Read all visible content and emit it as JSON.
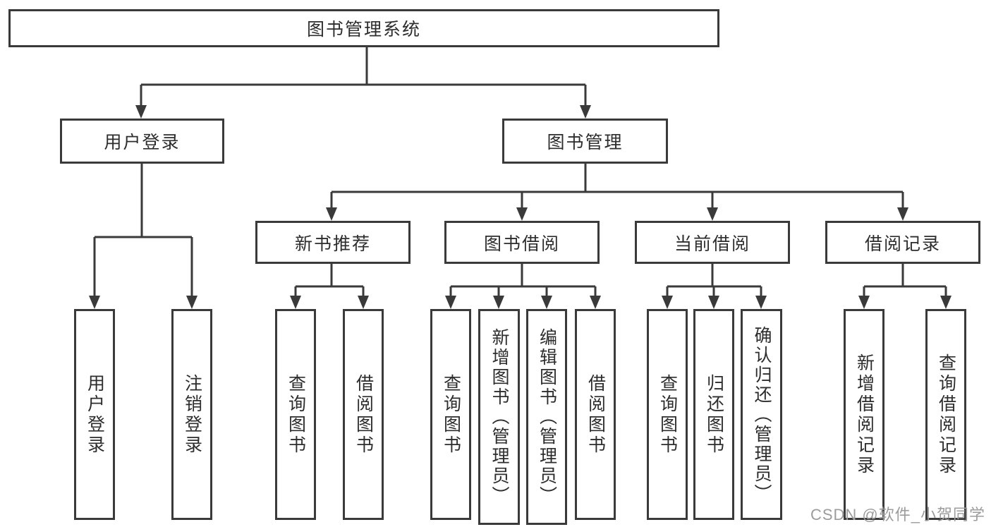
{
  "colors": {
    "line": "#3a3a3a",
    "box_border": "#3a3a3a",
    "text": "#2d2d2d",
    "watermark": "#9c9c9c",
    "background": "#ffffff"
  },
  "watermark": "CSDN @软件_小贺同学",
  "root": {
    "label": "图书管理系统"
  },
  "level2": {
    "user_login": {
      "label": "用户登录"
    },
    "book_mgmt": {
      "label": "图书管理"
    }
  },
  "level3": {
    "new_book": {
      "label": "新书推荐"
    },
    "book_borrow": {
      "label": "图书借阅"
    },
    "current_borrow": {
      "label": "当前借阅"
    },
    "borrow_records": {
      "label": "借阅记录"
    }
  },
  "leaves": {
    "user_login_children": [
      "用户登录",
      "注销登录"
    ],
    "new_book_children": [
      "查询图书",
      "借阅图书"
    ],
    "book_borrow_children": [
      "查询图书",
      "新增图书（管理员）",
      "编辑图书（管理员）",
      "借阅图书"
    ],
    "current_borrow_children": [
      "查询图书",
      "归还图书",
      "确认归还（管理员）"
    ],
    "borrow_records_children": [
      "新增借阅记录",
      "查询借阅记录"
    ]
  }
}
